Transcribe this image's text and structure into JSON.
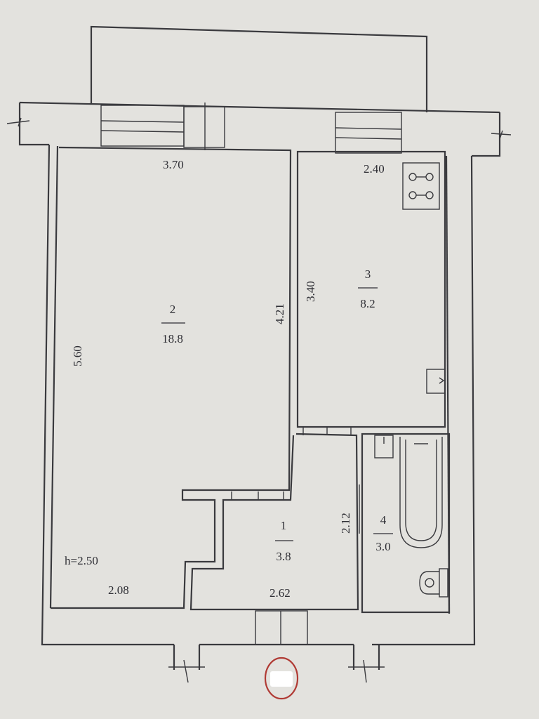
{
  "plan": {
    "ceiling_height": "h=2.50",
    "rooms": [
      {
        "number": "2",
        "area": "18.8"
      },
      {
        "number": "3",
        "area": "8.2"
      },
      {
        "number": "1",
        "area": "3.8"
      },
      {
        "number": "4",
        "area": "3.0"
      }
    ],
    "dimensions": {
      "room2_width": "3.70",
      "room2_height": "5.60",
      "room2_partition": "4.21",
      "room2_bottom": "2.08",
      "kitchen_width": "2.40",
      "kitchen_height": "3.40",
      "hall_width": "2.62",
      "hall_height": "2.12"
    }
  },
  "colors": {
    "paper": "#e3e2de",
    "lines": "#3a3a3e",
    "entry_marker": "#b03a34"
  },
  "icons": [
    "stove-icon",
    "sink-icon",
    "bathtub-icon",
    "toilet-icon",
    "washbasin-icon",
    "entrance-marker-icon"
  ]
}
